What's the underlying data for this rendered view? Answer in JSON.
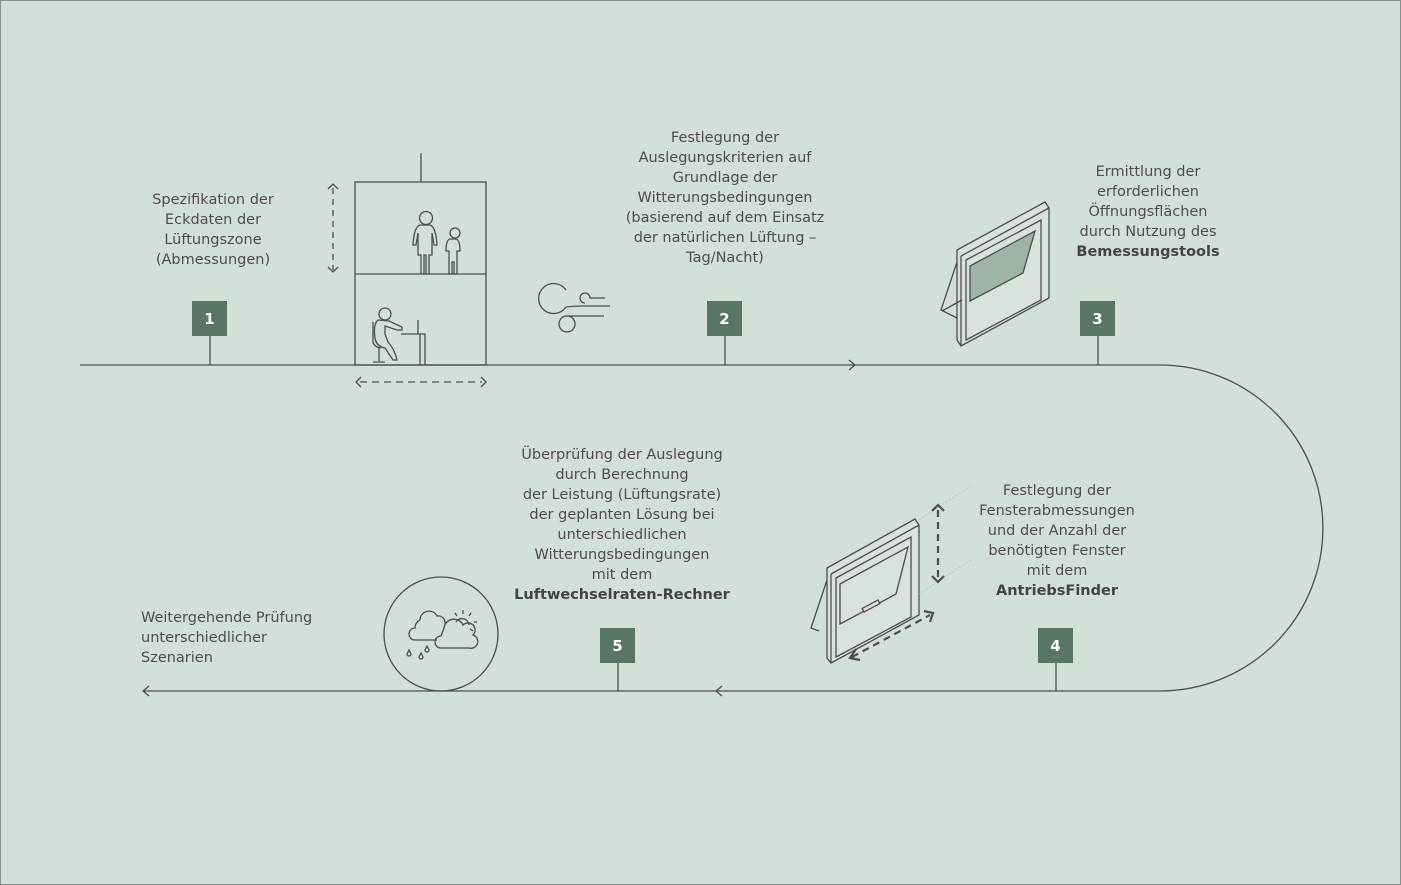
{
  "colors": {
    "background": "#d3e0d7",
    "step_box": "#587565",
    "line": "#4d4d4d"
  },
  "steps": [
    {
      "number": "1",
      "lines": [
        "Spezifikation der",
        "Eckdaten der",
        "Lüftungszone",
        "(Abmessungen)"
      ],
      "bold": ""
    },
    {
      "number": "2",
      "lines": [
        "Festlegung der",
        "Auslegungskriterien auf",
        "Grundlage der",
        "Witterungsbedingungen",
        "(basierend auf dem Einsatz",
        "der natürlichen Lüftung –",
        "Tag/Nacht)"
      ],
      "bold": ""
    },
    {
      "number": "3",
      "lines": [
        "Ermittlung der",
        "erforderlichen",
        "Öffnungsflächen",
        "durch Nutzung des"
      ],
      "bold": "Bemessungstools"
    },
    {
      "number": "4",
      "lines": [
        "Festlegung der",
        "Fensterabmessungen",
        "und der Anzahl der",
        "benötigten Fenster",
        "mit dem"
      ],
      "bold": "AntriebsFinder"
    },
    {
      "number": "5",
      "lines": [
        "Überprüfung der Auslegung",
        "durch Berechnung",
        "der Leistung (Lüftungsrate)",
        "der geplanten Lösung bei",
        "unterschiedlichen",
        "Witterungsbedingungen",
        "mit dem"
      ],
      "bold": "Luftwechselraten-Rechner"
    }
  ],
  "final": {
    "lines": [
      "Weitergehende Prüfung",
      "unterschiedlicher",
      "Szenarien"
    ]
  },
  "icons": [
    "building-zone-icon",
    "wind-icon",
    "window-open-icon",
    "window-dimension-icon",
    "weather-icon"
  ]
}
